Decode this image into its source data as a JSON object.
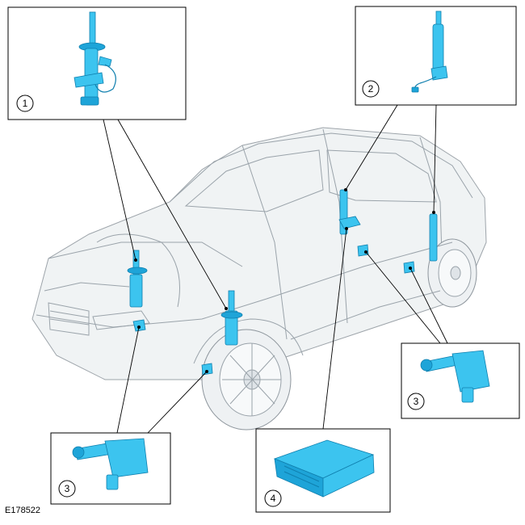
{
  "figure": {
    "reference_code": "E178522",
    "callouts": [
      {
        "id": "callout-1",
        "number": "1"
      },
      {
        "id": "callout-2",
        "number": "2"
      },
      {
        "id": "callout-3-right",
        "number": "3"
      },
      {
        "id": "callout-3-left",
        "number": "3"
      },
      {
        "id": "callout-4",
        "number": "4"
      }
    ]
  },
  "colors": {
    "part": "#3cc4ef",
    "part_outline": "#0f7fae",
    "vehicle": "#eef1f3",
    "vehicle_outline": "#8d959c"
  }
}
